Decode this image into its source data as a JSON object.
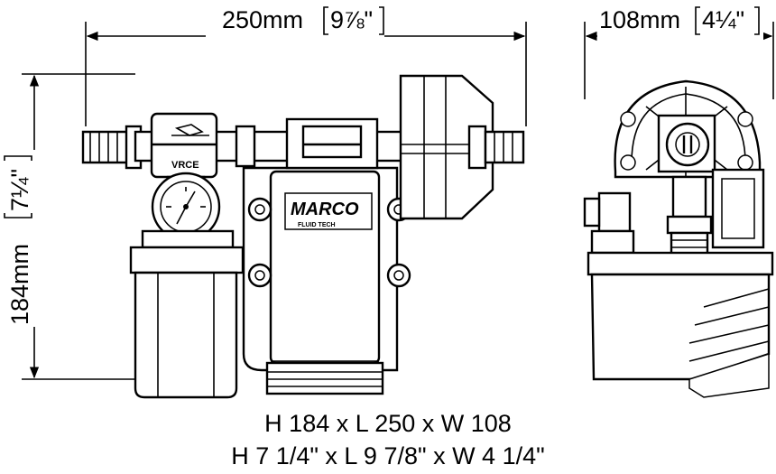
{
  "dimensions": {
    "length": {
      "metric": "250mm",
      "imperial": "9⅞\""
    },
    "width": {
      "metric": "108mm",
      "imperial": "4¼\""
    },
    "height": {
      "metric": "184mm",
      "imperial": "7¼\""
    }
  },
  "labels": {
    "brand": "MARCO",
    "brand_sub": "FLUID TECH",
    "valve_marking": "VRCE"
  },
  "caption": {
    "line_metric": "H 184 x L 250 x W 108",
    "line_imperial": "H 7 1/4\" x L 9 7/8\" x W 4 1/4\""
  }
}
